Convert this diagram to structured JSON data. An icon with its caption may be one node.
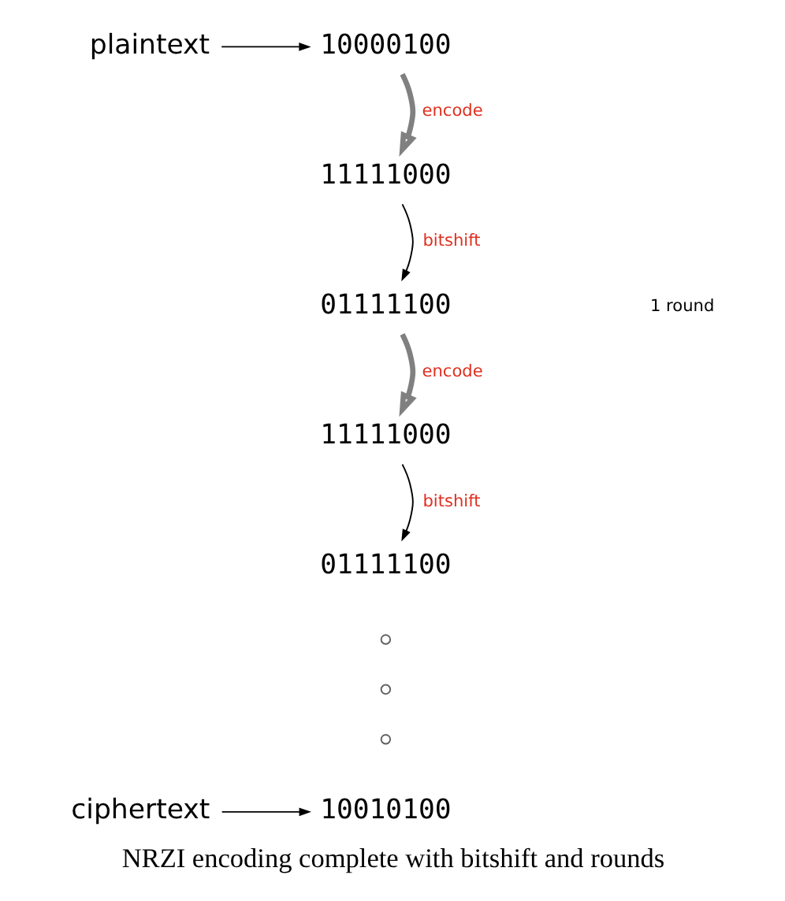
{
  "diagram": {
    "caption": "NRZI encoding complete with bitshift and rounds",
    "nodes": [
      {
        "text": [
          "plaintext"
        ]
      },
      {
        "text": [
          "10000100"
        ]
      },
      {
        "text": [
          "11111000"
        ]
      },
      {
        "text": [
          "01111100"
        ]
      },
      {
        "text": [
          "11111000"
        ]
      },
      {
        "text": [
          "01111100"
        ]
      },
      {
        "text": [],
        "shape": "circle"
      },
      {
        "text": [],
        "shape": "circle"
      },
      {
        "text": [],
        "shape": "circle"
      },
      {
        "text": [
          "ciphertext"
        ]
      },
      {
        "text": [
          "10010100"
        ]
      }
    ],
    "edges": [
      {
        "from": 0,
        "to": 1,
        "arrow": "to"
      },
      {
        "from": 1,
        "to": 2,
        "arrow": "to",
        "label": "encode",
        "style": "thick",
        "color": "#808080"
      },
      {
        "from": 2,
        "to": 3,
        "arrow": "to",
        "label": "bitshift"
      },
      {
        "from": 3,
        "to": 4,
        "arrow": "to",
        "label": "encode",
        "style": "thick",
        "color": "#808080"
      },
      {
        "from": 4,
        "to": 5,
        "arrow": "to",
        "label": "bitshift"
      },
      {
        "from": 9,
        "to": 10,
        "arrow": "to"
      }
    ],
    "labels": [
      "1 round"
    ]
  }
}
